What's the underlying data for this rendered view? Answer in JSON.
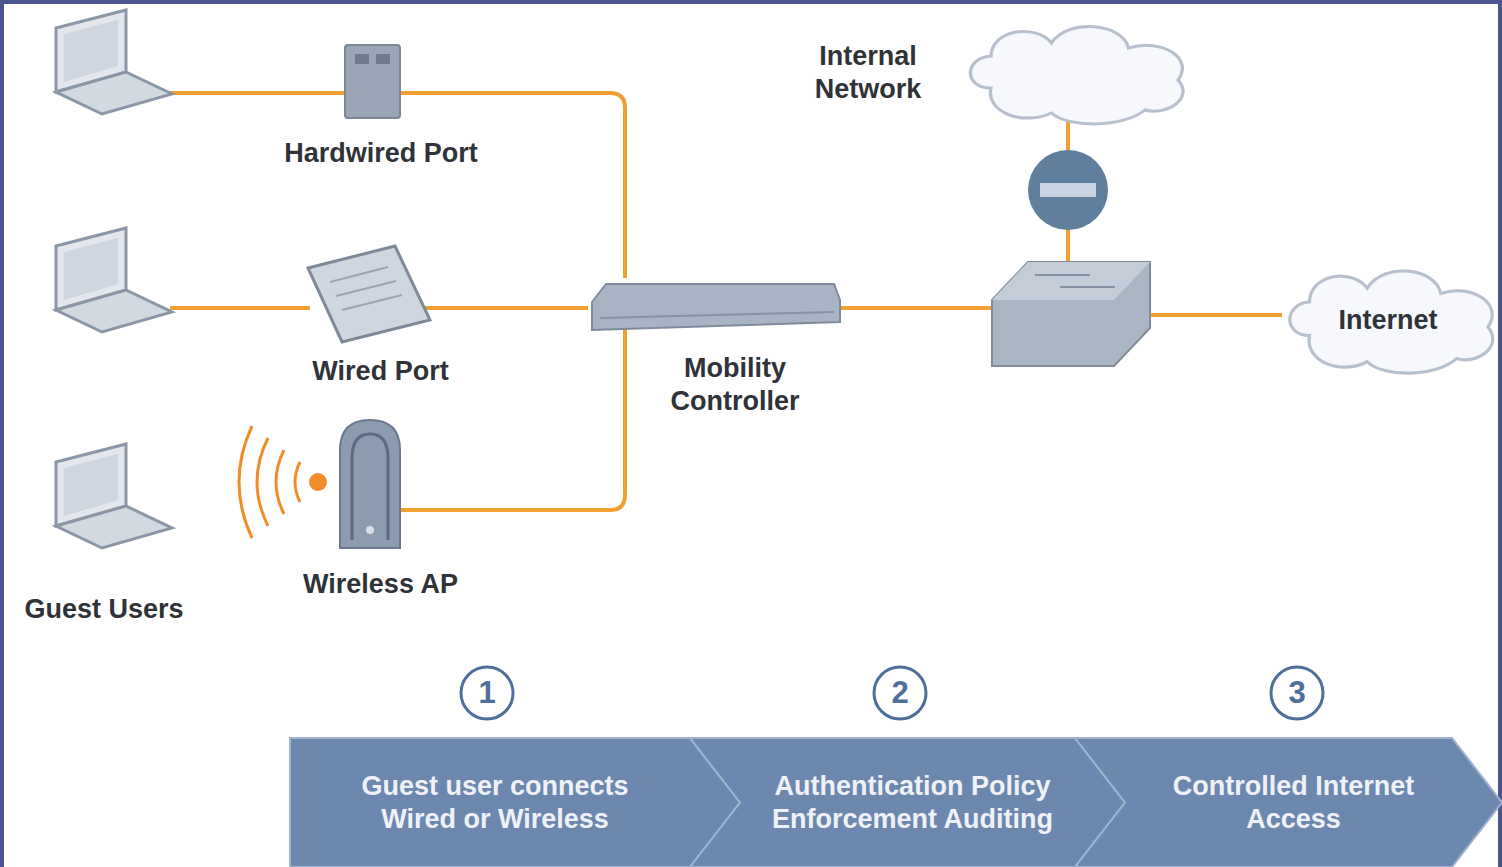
{
  "diagram": {
    "nodes": [
      {
        "text": [
          "Hardwired Port"
        ]
      },
      {
        "text": [
          "Internal Network"
        ]
      },
      {
        "text": [
          "Wired Port"
        ]
      },
      {
        "text": [
          "Mobility Controller"
        ]
      },
      {
        "text": [
          "Internet"
        ]
      },
      {
        "text": [
          "Wireless AP"
        ]
      },
      {
        "text": [
          "Guest Users"
        ]
      },
      {
        "text": [
          "1"
        ]
      },
      {
        "text": [
          "2"
        ]
      },
      {
        "text": [
          "3"
        ]
      },
      {
        "text": [
          "Guest user connects Wired or Wireless"
        ]
      },
      {
        "text": [
          "Authentication Policy Enforcement Auditing"
        ]
      },
      {
        "text": [
          "Controlled Internet Access"
        ]
      }
    ],
    "edges": [
      {
        "from": 0,
        "to": 3,
        "arrow": "none"
      },
      {
        "from": 2,
        "to": 3,
        "arrow": "none"
      },
      {
        "from": 5,
        "to": 3,
        "arrow": "none"
      }
    ]
  }
}
